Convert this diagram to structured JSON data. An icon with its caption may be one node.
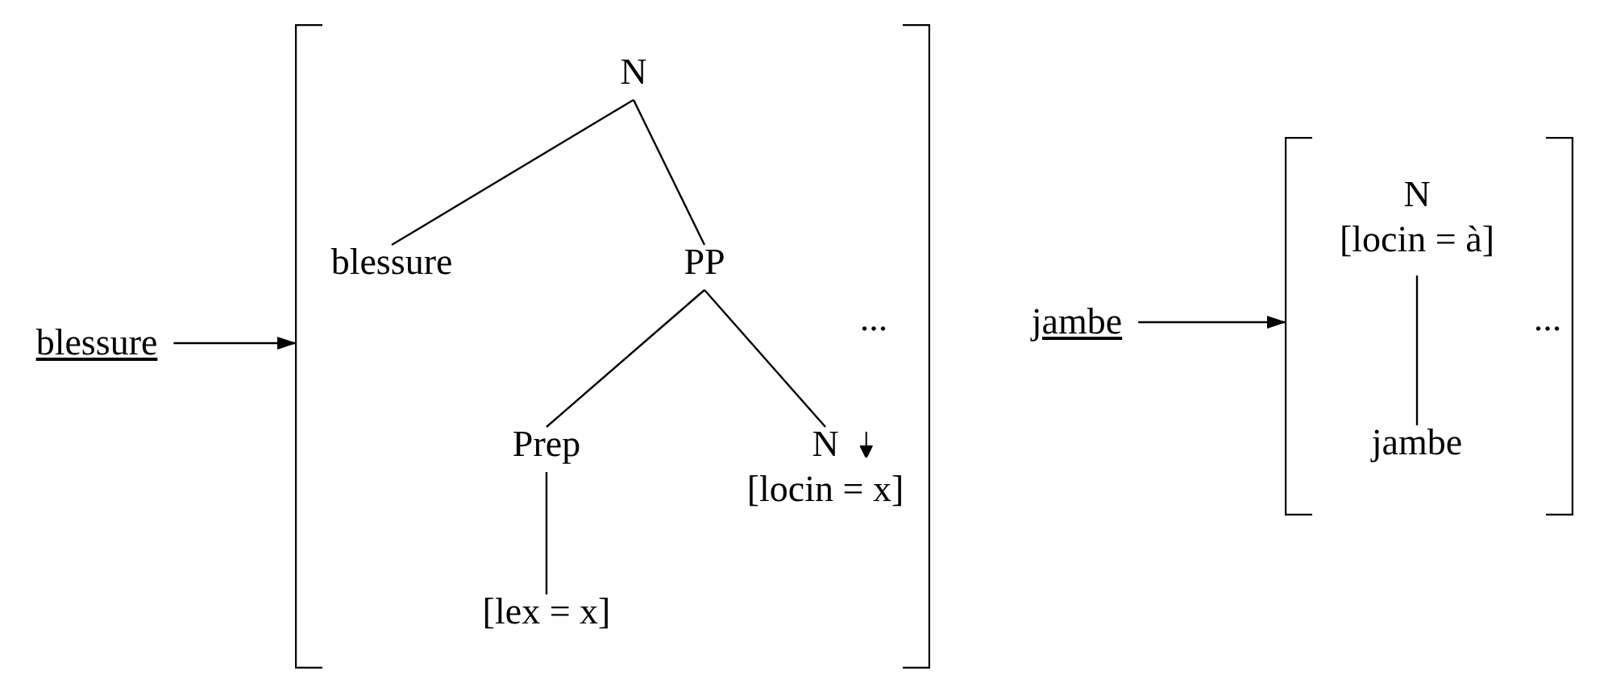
{
  "diagram": {
    "nodes": [
      {
        "text": [
          "blessure"
        ]
      },
      {
        "text": [],
        "shape": "bracket"
      },
      {
        "text": [
          "N"
        ],
        "in": 1
      },
      {
        "text": [
          "blessure"
        ],
        "in": 1
      },
      {
        "text": [
          "PP"
        ],
        "in": 1
      },
      {
        "text": [
          "Prep"
        ],
        "in": 1
      },
      {
        "text": [
          "N",
          "[locin = x]"
        ],
        "in": 1
      },
      {
        "text": [
          "[lex = x]"
        ],
        "in": 1
      },
      {
        "text": [
          "jambe"
        ]
      },
      {
        "text": [],
        "shape": "bracket"
      },
      {
        "text": [
          "N",
          "[locin = à]"
        ],
        "in": 9
      },
      {
        "text": [
          "jambe"
        ],
        "in": 9
      }
    ],
    "edges": [
      {
        "from": 0,
        "to": 1,
        "arrow": "to"
      },
      {
        "from": 2,
        "to": 3,
        "arrow": "none"
      },
      {
        "from": 2,
        "to": 4,
        "arrow": "none"
      },
      {
        "from": 4,
        "to": 5,
        "arrow": "none"
      },
      {
        "from": 4,
        "to": 6,
        "arrow": "none"
      },
      {
        "from": 5,
        "to": 7,
        "arrow": "none"
      },
      {
        "from": 8,
        "to": 9,
        "arrow": "to"
      },
      {
        "from": 10,
        "to": 11,
        "arrow": "none"
      }
    ],
    "labels": [
      "...",
      "..."
    ]
  }
}
